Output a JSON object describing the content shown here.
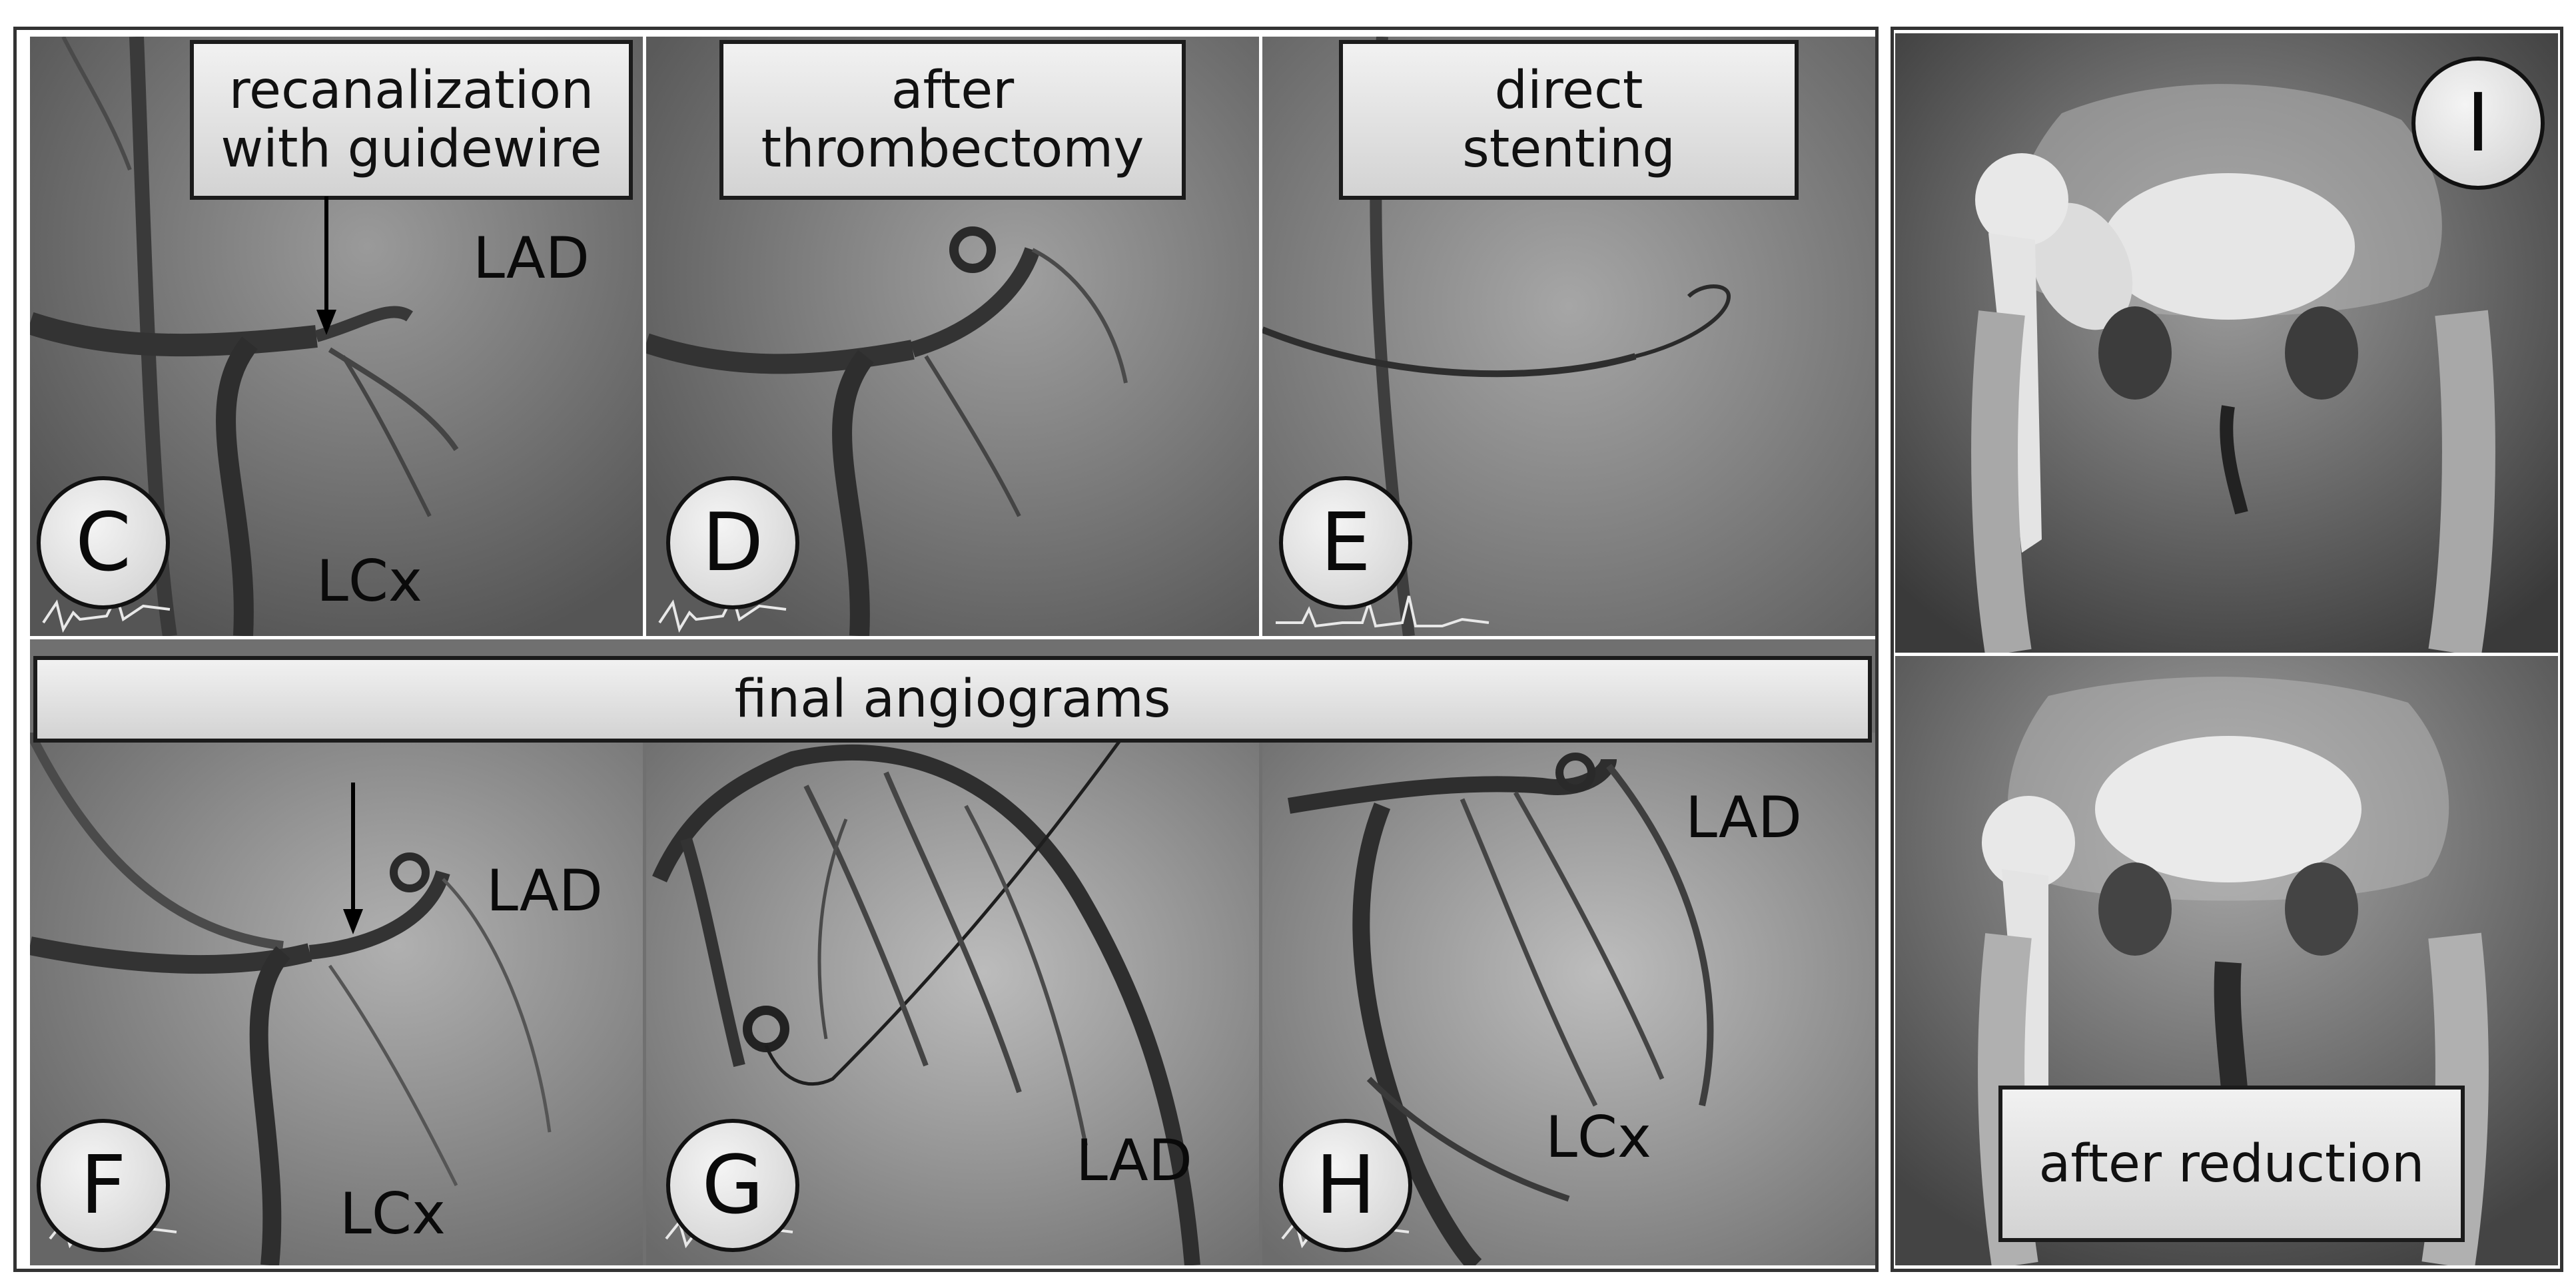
{
  "panels": {
    "C": {
      "letter": "C",
      "caption": "recanalization\nwith guidewire",
      "labels": [
        "LAD",
        "LCx"
      ]
    },
    "D": {
      "letter": "D",
      "caption": "after\nthrombectomy"
    },
    "E": {
      "letter": "E",
      "caption": "direct\nstenting"
    },
    "F": {
      "letter": "F",
      "labels": [
        "LAD",
        "LCx"
      ]
    },
    "G": {
      "letter": "G",
      "labels": [
        "LAD"
      ]
    },
    "H": {
      "letter": "H",
      "labels": [
        "LAD",
        "LCx"
      ]
    },
    "I": {
      "letter": "I",
      "caption": "after reduction"
    }
  },
  "banner": {
    "text": "final angiograms"
  }
}
